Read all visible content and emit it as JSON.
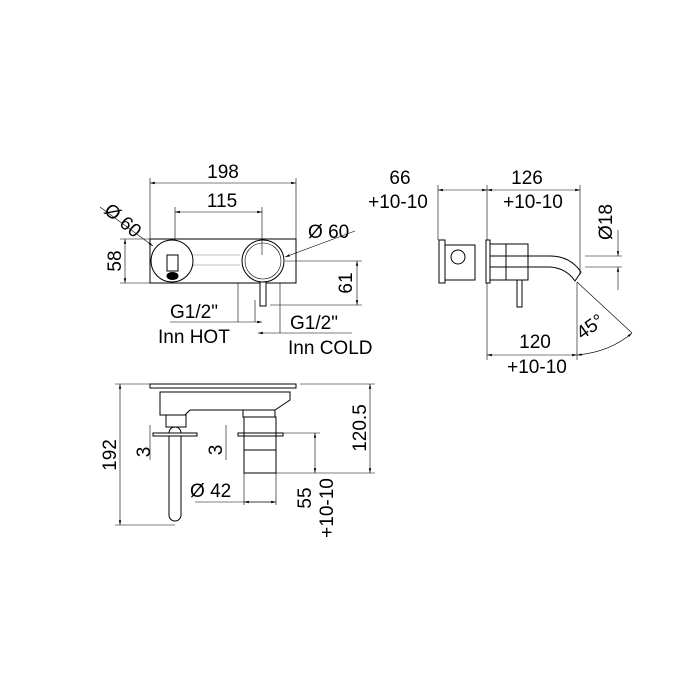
{
  "front_view": {
    "width_overall": "198",
    "centers": "115",
    "height_plate": "58",
    "lever_drop": "61",
    "diam_left": "60",
    "diam_right": "60",
    "hot_thread": "G1/2\"",
    "hot_label": "Inn HOT",
    "cold_thread": "G1/2\"",
    "cold_label": "Inn COLD"
  },
  "side_view": {
    "wall_depth": "66",
    "wall_depth_tol": "+10-10",
    "spout_reach": "126",
    "spout_reach_tol": "+10-10",
    "spout_diam": "18",
    "reach_bottom": "120",
    "reach_bottom_tol": "+10-10",
    "angle": "45°"
  },
  "top_view": {
    "total_depth": "192",
    "handle_depth": "120.5",
    "rosette_thickness_left": "3",
    "rosette_thickness_right": "3",
    "handle_diam": "42",
    "adjust": "55",
    "adjust_tol": "+10-10"
  },
  "diameter_symbol": "Ø"
}
